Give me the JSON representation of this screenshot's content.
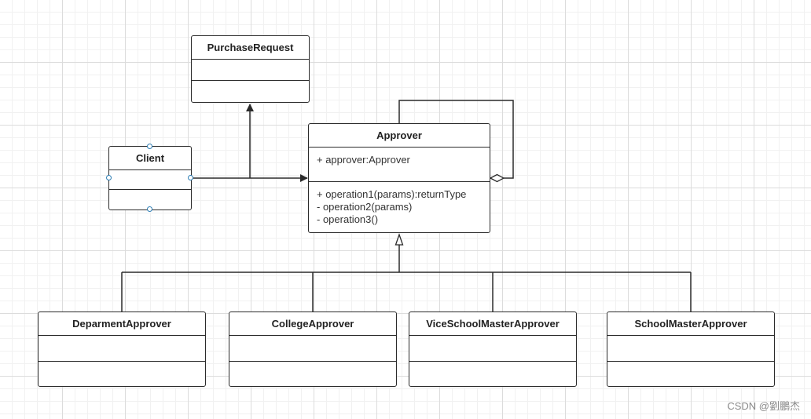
{
  "classes": {
    "purchase_request": {
      "name": "PurchaseRequest"
    },
    "client": {
      "name": "Client"
    },
    "approver": {
      "name": "Approver",
      "attributes": [
        "+ approver:Approver"
      ],
      "operations": [
        "+ operation1(params):returnType",
        "- operation2(params)",
        "- operation3()"
      ]
    },
    "department_approver": {
      "name": "DeparmentApprover"
    },
    "college_approver": {
      "name": "CollegeApprover"
    },
    "vice_school_master_approver": {
      "name": "ViceSchoolMasterApprover"
    },
    "school_master_approver": {
      "name": "SchoolMasterApprover"
    }
  },
  "colors": {
    "line": "#2b2b2b",
    "handle": "#2f7fb5",
    "grid": "#dcdcdc"
  },
  "watermark": "CSDN @劉鵬杰"
}
